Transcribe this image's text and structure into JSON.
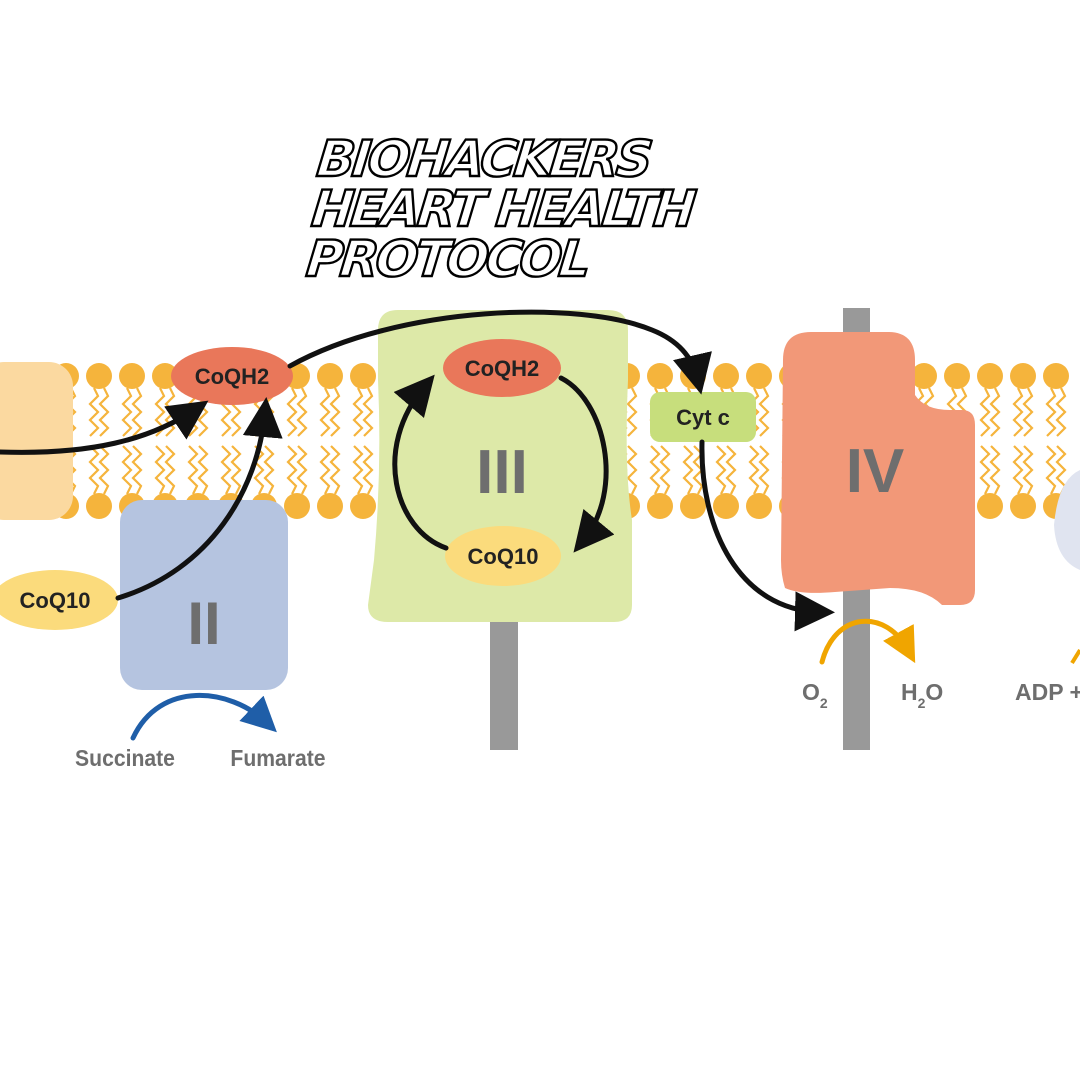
{
  "title": {
    "lines": [
      "BIOHACKERS",
      "HEART HEALTH",
      "PROTOCOL"
    ]
  },
  "complexes": {
    "complex_ii": "II",
    "complex_iii": "III",
    "complex_iv": "IV"
  },
  "molecules": {
    "coqh2_left": "CoQH2",
    "coq10_left": "CoQ10",
    "coqh2_complex3": "CoQH2",
    "coq10_complex3": "CoQ10",
    "cyt_c": "Cyt c"
  },
  "reactions": {
    "succinate": "Succinate",
    "fumarate": "Fumarate",
    "oxygen": "O",
    "oxygen_sub": "2",
    "water_h": "H",
    "water_sub": "2",
    "water_o": "O",
    "adp": "ADP +"
  },
  "colors": {
    "membrane_lipid": "#F5B43C",
    "complex_i": "#FBD9A0",
    "complex_ii": "#B5C4E0",
    "complex_iii": "#DDE9A8",
    "complex_iv": "#F29878",
    "coqh2": "#E9775A",
    "coq10": "#FBDB7C",
    "cyt_c": "#C7DE7C",
    "stalk": "#999999",
    "arrow_main": "#111111",
    "arrow_succinate": "#1F5EA8",
    "arrow_oxygen": "#F0A500"
  }
}
